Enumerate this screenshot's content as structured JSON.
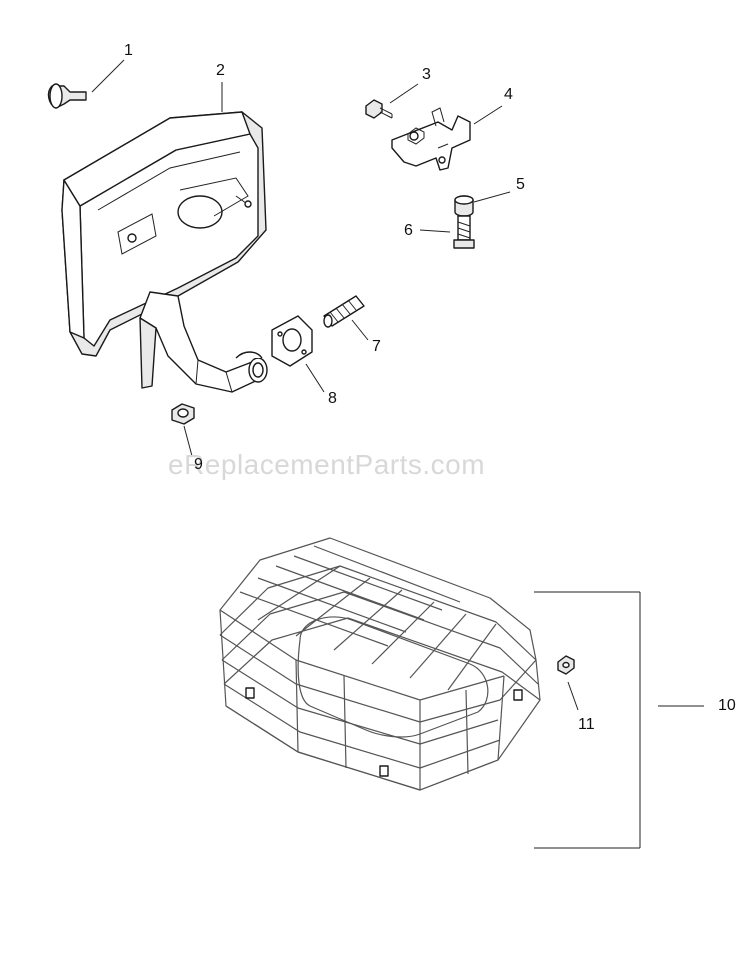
{
  "watermark": "eReplacementParts.com",
  "callouts": [
    {
      "label": "1"
    },
    {
      "label": "2"
    },
    {
      "label": "3"
    },
    {
      "label": "4"
    },
    {
      "label": "5"
    },
    {
      "label": "6"
    },
    {
      "label": "7"
    },
    {
      "label": "8"
    },
    {
      "label": "9"
    },
    {
      "label": "10"
    },
    {
      "label": "11"
    }
  ],
  "colors": {
    "line": "#1a1a1a",
    "cage": "#555555",
    "watermark": "#d8d8d8"
  }
}
